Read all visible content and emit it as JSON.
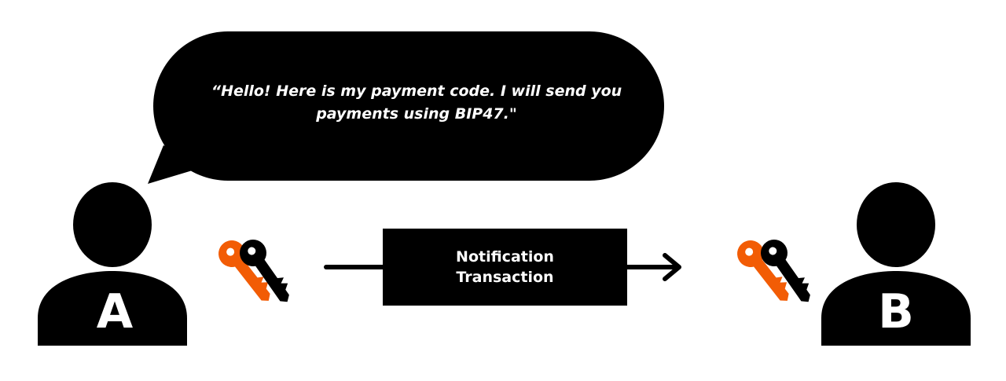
{
  "bubble": {
    "line1": "“Hello! Here is my payment code. I will send you",
    "line2": "payments using BIP47.\""
  },
  "transaction": {
    "line1": "Notification",
    "line2": "Transaction"
  },
  "users": {
    "a_label": "A",
    "b_label": "B"
  },
  "colors": {
    "ink": "#000000",
    "accent": "#f25c05",
    "background": "#ffffff"
  },
  "icons": {
    "user": "person-silhouette-icon",
    "keys": "key-pair-icon",
    "arrow": "arrow-right-icon"
  }
}
